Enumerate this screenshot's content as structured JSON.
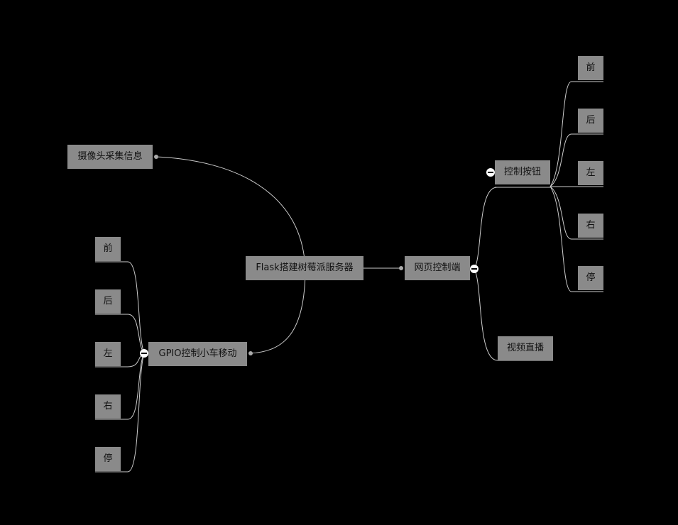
{
  "colors": {
    "background": "#000000",
    "node_fill": "#8a8a8a",
    "node_text": "#111111",
    "connector": "#cccccc"
  },
  "root": {
    "label": "Flask搭建树莓派服务器"
  },
  "camera": {
    "label": "摄像头采集信息"
  },
  "gpio": {
    "label": "GPIO控制小车移动",
    "children": [
      "前",
      "后",
      "左",
      "右",
      "停"
    ]
  },
  "web": {
    "label": "网页控制端"
  },
  "buttons": {
    "label": "控制按钮",
    "children": [
      "前",
      "后",
      "左",
      "右",
      "停"
    ]
  },
  "video": {
    "label": "视频直播"
  }
}
